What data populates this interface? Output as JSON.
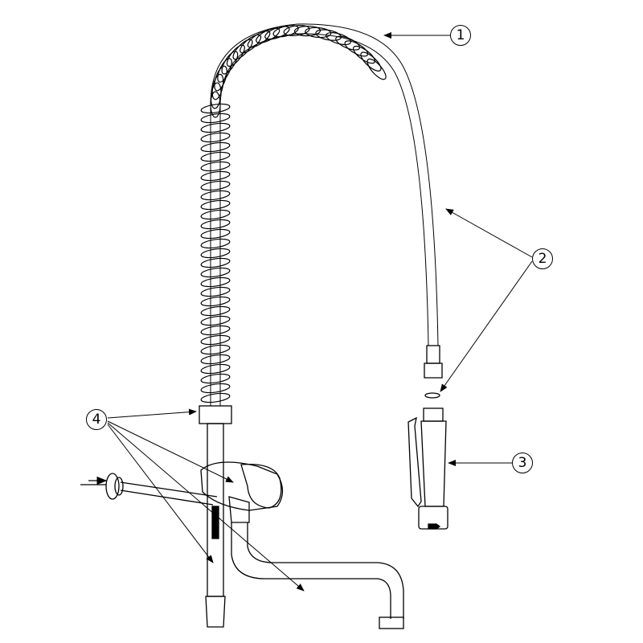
{
  "diagram": {
    "callouts": [
      {
        "id": "1",
        "label": "1",
        "part": "spring"
      },
      {
        "id": "2",
        "label": "2",
        "part": "hose-and-seal"
      },
      {
        "id": "3",
        "label": "3",
        "part": "spray-handle"
      },
      {
        "id": "4",
        "label": "4",
        "part": "mixer-column-and-spout"
      }
    ],
    "colors": {
      "line": "#000000",
      "background": "#ffffff"
    }
  }
}
